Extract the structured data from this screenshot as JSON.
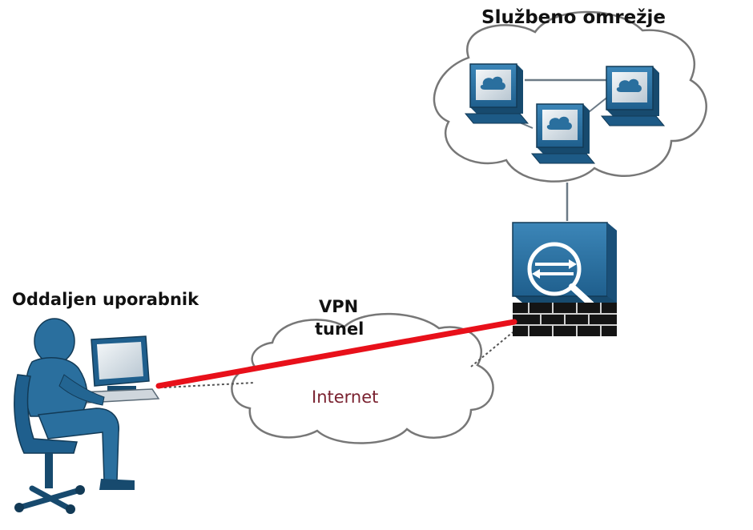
{
  "labels": {
    "corporate_network": "Službeno omrežje",
    "remote_user": "Oddaljen uporabnik",
    "vpn": "VPN",
    "tunnel": "tunel",
    "internet": "Internet"
  },
  "icons": {
    "workstations": [
      "workstation-icon",
      "workstation-icon",
      "workstation-icon"
    ],
    "firewall": "vpn-firewall-icon",
    "remote_user": "user-at-computer-icon"
  },
  "colors": {
    "tunnel_line": "#e8101a",
    "device_fill": "#2a6f9e",
    "device_dark": "#174a6e",
    "cloud_outline": "#777777",
    "internet_text": "#7a2230"
  }
}
